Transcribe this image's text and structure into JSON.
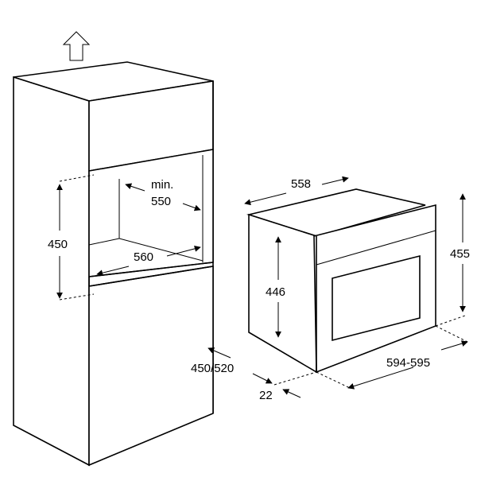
{
  "diagram": {
    "title": "Built-in oven installation dimensions",
    "vent_icon": "arrow-up-outline-icon",
    "cabinet": {
      "niche_min_label": "min.",
      "niche_depth": "550",
      "niche_height": "450",
      "niche_width": "560",
      "cabinet_depth": "450/520"
    },
    "oven": {
      "depth": "558",
      "body_height": "446",
      "total_height": "455",
      "width": "594-595",
      "front_thickness": "22"
    }
  }
}
